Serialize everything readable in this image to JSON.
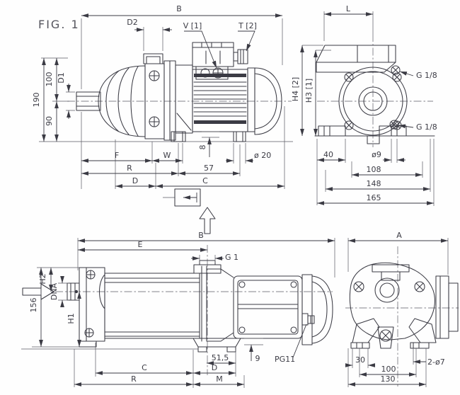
{
  "figure_label": "FIG. 1",
  "colors": {
    "line": "#3b3b44",
    "background": "#ffffff"
  },
  "side_view": {
    "dims": {
      "b": "B",
      "d2": "D2",
      "v": "V [1]",
      "t": "T [2]",
      "h190": "190",
      "h100": "100",
      "h90": "90",
      "d1": "D1",
      "f": "F",
      "w": "W",
      "r": "R",
      "d": "D",
      "c": "C",
      "n57": "57",
      "foot_dia": "ø 20",
      "plate8": "8"
    }
  },
  "front_view": {
    "dims": {
      "l": "L",
      "h4": "H4 [2]",
      "h3": "H3 [1]",
      "g18_top": "G 1/8",
      "g18_side": "G 1/8",
      "n40": "40",
      "d9": "ø9",
      "n108": "108",
      "n148": "148",
      "n165": "165"
    }
  },
  "plan_view": {
    "dims": {
      "b": "B",
      "e": "E",
      "g1": "G 1",
      "h2": "H2",
      "dna": "DNA",
      "n156": "156",
      "h1": "H1",
      "c": "C",
      "d": "D",
      "r": "R",
      "m": "M",
      "n515": "51,5",
      "n9": "9",
      "pg11": "PG11"
    }
  },
  "end_view": {
    "dims": {
      "a": "A",
      "n30": "30",
      "holes": "2-ø7",
      "n100": "100",
      "n130": "130"
    }
  }
}
